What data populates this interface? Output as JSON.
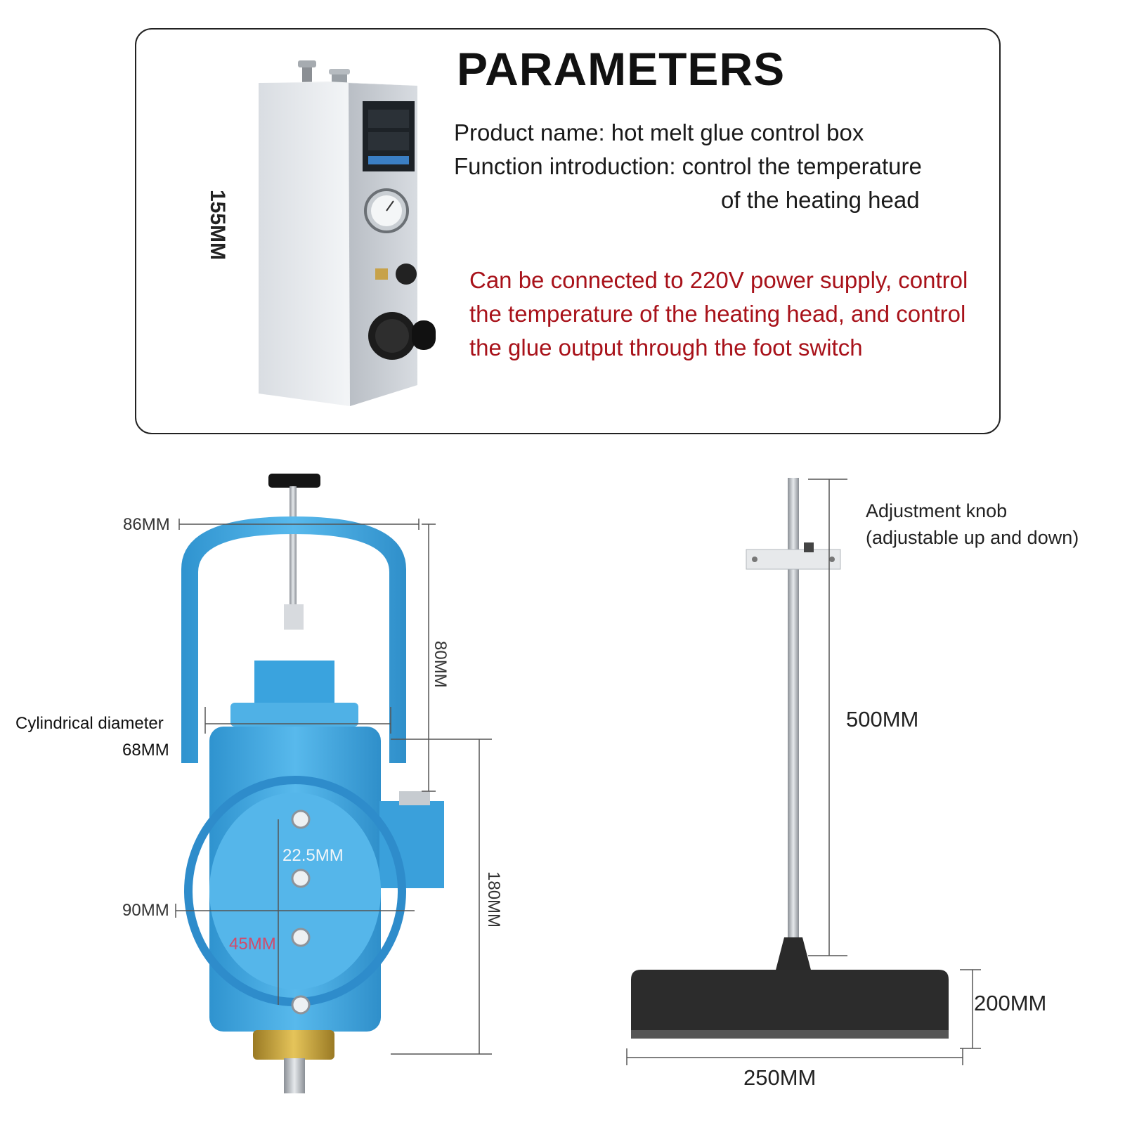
{
  "parameters": {
    "title": "PARAMETERS",
    "product_name": "Product name: hot melt glue control box",
    "function_line1": "Function introduction: control the temperature",
    "function_line2": "of the heating head",
    "note": "Can be connected to 220V power supply, control the temperature of the heating head, and control the glue output through the foot switch",
    "box_height": "155MM"
  },
  "head": {
    "width_top": "86MM",
    "cyl_label": "Cylindrical diameter",
    "cyl_value": "68MM",
    "height_80": "80MM",
    "height_180": "180MM",
    "spacing_22": "22.5MM",
    "spacing_45": "45MM",
    "width_90": "90MM"
  },
  "stand": {
    "knob_line1": "Adjustment knob",
    "knob_line2": "(adjustable up and down)",
    "height": "500MM",
    "depth": "200MM",
    "width": "250MM"
  },
  "colors": {
    "accent_red": "#a8121a",
    "head_blue": "#3fa6df",
    "pink_label": "#d24a6a"
  }
}
